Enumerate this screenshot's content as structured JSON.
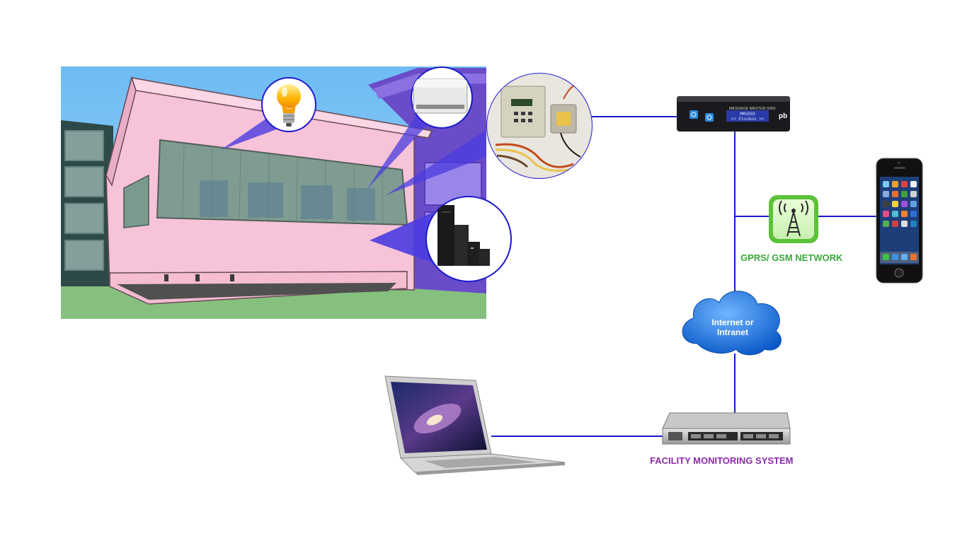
{
  "labels": {
    "gprs_network": "GPRS/ GSM NETWORK",
    "facility_monitoring": "FACILITY MONITORING SYSTEM",
    "cloud_line1": "Internet or",
    "cloud_line2": "Intranet",
    "device_model": "MESSAGE MASTER 5000",
    "device_screen_line1": "MM5000",
    "device_screen_line2": "<< Picobox >>",
    "device_logo": "pb"
  },
  "colors": {
    "connector": "#1a1acc",
    "gprs_label": "#3aa83a",
    "fms_label": "#8a2aa8",
    "building_wall": "#f8c9dc",
    "sky": "#77c2f5",
    "grass": "#86c07e",
    "cloud": "#2a7fe0"
  },
  "icons": {
    "bulb": "lightbulb-icon",
    "ac": "air-conditioner-icon",
    "sensor": "sensor-panel-icon",
    "ups": "ups-battery-icon",
    "tower": "signal-tower-icon"
  }
}
